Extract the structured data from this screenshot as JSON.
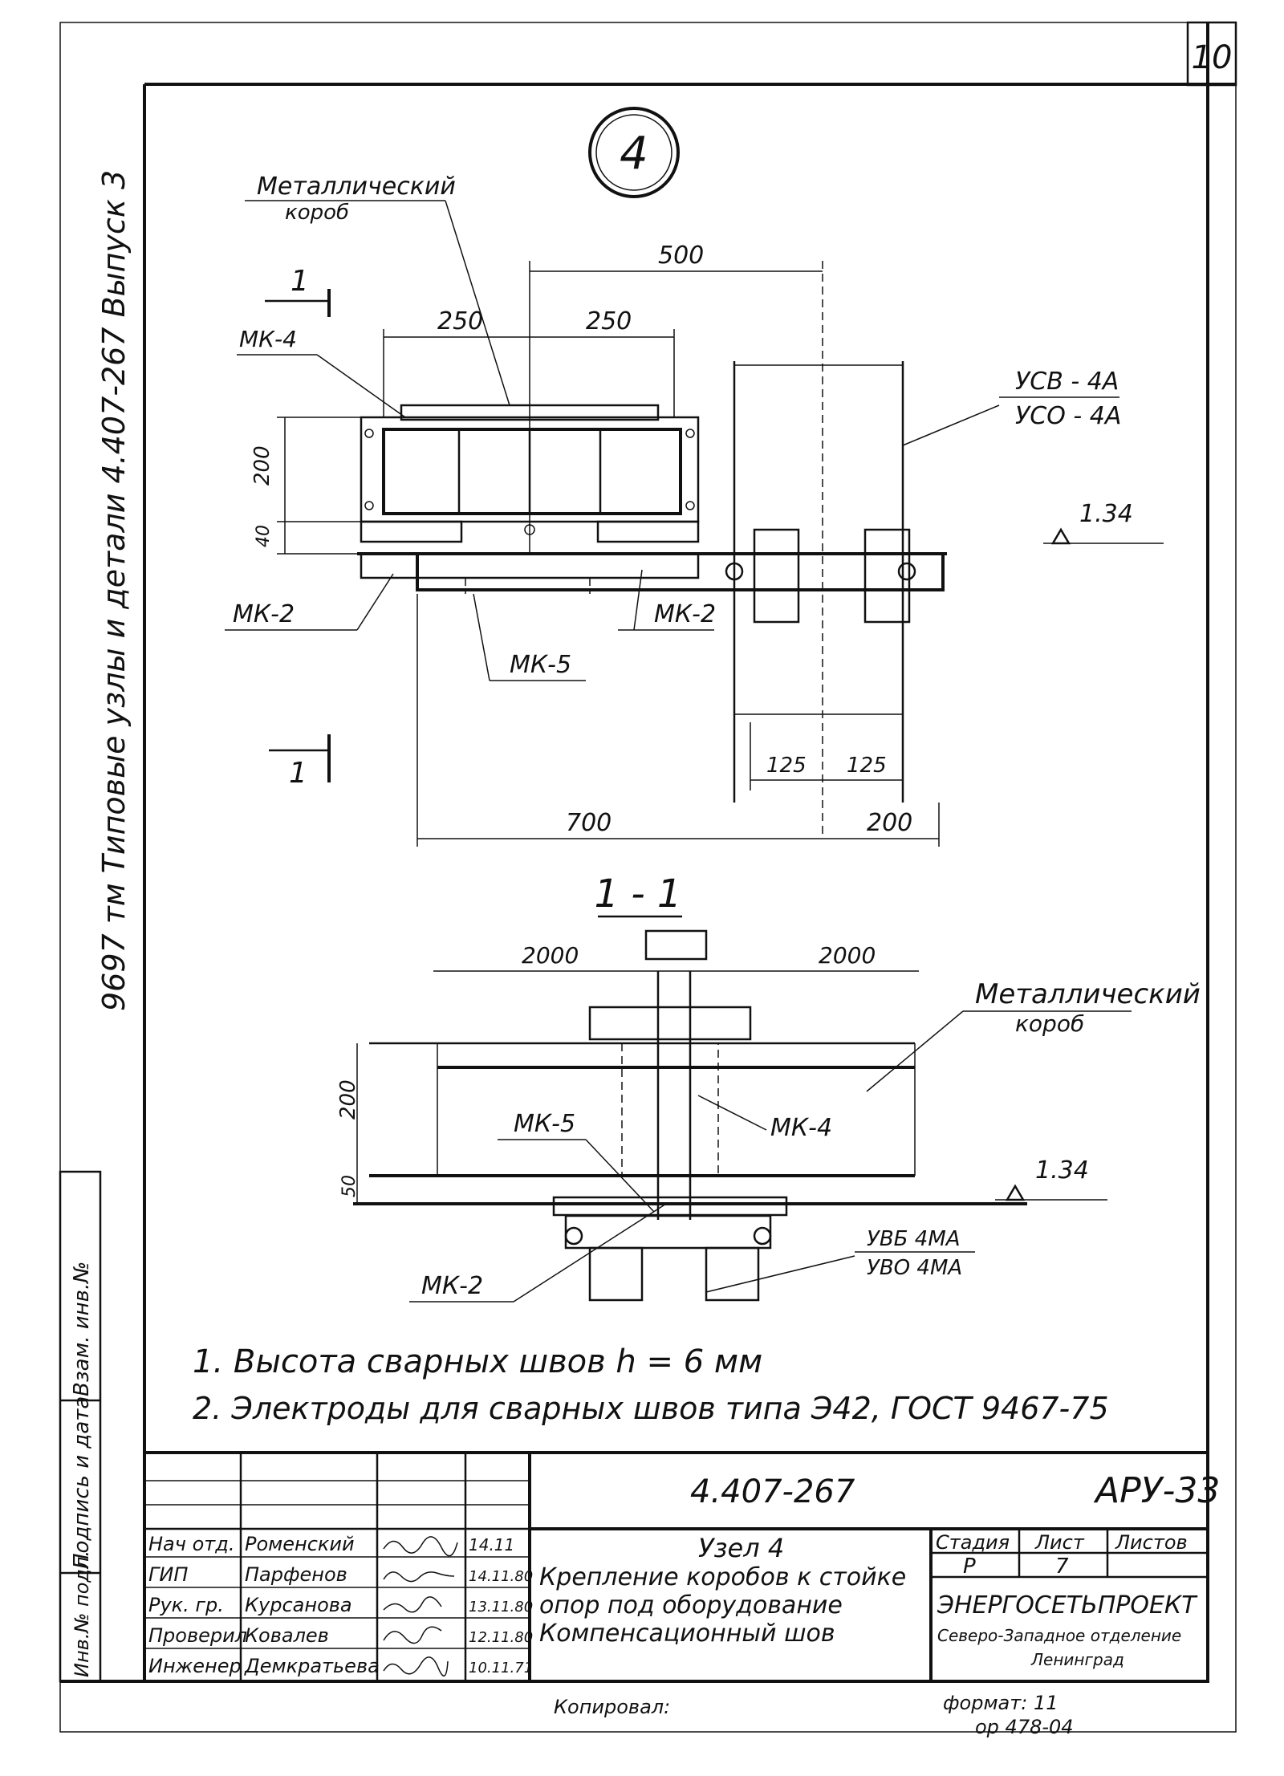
{
  "sheet": {
    "page_number": "10",
    "node_number": "4",
    "left_margin_title": "9697 тм  Типовые  узлы  и  детали 4.407-267  Выпуск 3"
  },
  "plan": {
    "label_metal_box_line1": "Металлический",
    "label_metal_box_line2": "короб",
    "dim_500": "500",
    "dim_250_left": "250",
    "dim_250_right": "250",
    "dim_200": "200",
    "dim_40": "40",
    "dim_125_left": "125",
    "dim_125_right": "125",
    "dim_700": "700",
    "dim_200_bottom": "200",
    "mark_mk4": "МК-4",
    "mark_mk2_left": "МК-2",
    "mark_mk2_right": "МК-2",
    "mark_mk5": "МК-5",
    "ucv": "УСВ - 4А",
    "uco": "УСО - 4А",
    "level": "1.34",
    "section_mark_top": "1",
    "section_mark_bottom": "1"
  },
  "section": {
    "title": "1 - 1",
    "dim_2000_left": "2000",
    "dim_2000_right": "2000",
    "label_metal_box_line1": "Металлический",
    "label_metal_box_line2": "короб",
    "dim_200": "200",
    "dim_50": "50",
    "mark_mk5": "МК-5",
    "mark_mk4": "МК-4",
    "mark_mk2": "МК-2",
    "level": "1.34",
    "uvb": "УВБ 4МА",
    "uvo": "УВО 4МА"
  },
  "notes": [
    "1. Высота   сварных   швов   h = 6 мм",
    "2. Электроды для сварных швов типа Э42, ГОСТ 9467-75"
  ],
  "stamp": {
    "doc_code": "4.407-267",
    "project_code": "АРУ-33",
    "title_line1": "Узел 4",
    "title_line2": "Крепление коробов к стойке",
    "title_line3": "опор под оборудование",
    "title_line4": "Компенсационный шов",
    "col_stage": "Стадия",
    "col_sheet": "Лист",
    "col_sheets": "Листов",
    "stage": "Р",
    "sheet": "7",
    "org_line1": "ЭНЕРГОСЕТЬПРОЕКТ",
    "org_line2": "Северо-Западное отделение",
    "org_line3": "Ленинград",
    "signatures": [
      {
        "role": "Нач отд.",
        "name": "Роменский",
        "date": "14.11"
      },
      {
        "role": "ГИП",
        "name": "Парфенов",
        "date": "14.11.80"
      },
      {
        "role": "Рук. гр.",
        "name": "Курсанова",
        "date": "13.11.80"
      },
      {
        "role": "Проверил",
        "name": "Ковалев",
        "date": "12.11.80"
      },
      {
        "role": "Инженер",
        "name": "Демкратьева",
        "date": "10.11.71"
      }
    ],
    "copied_by": "Копировал:",
    "format": "формат: 11",
    "order": "ор 478-04",
    "side_labels": [
      "Инв.№ подл.",
      "Подпись и дата",
      "Взам. инв.№"
    ]
  }
}
